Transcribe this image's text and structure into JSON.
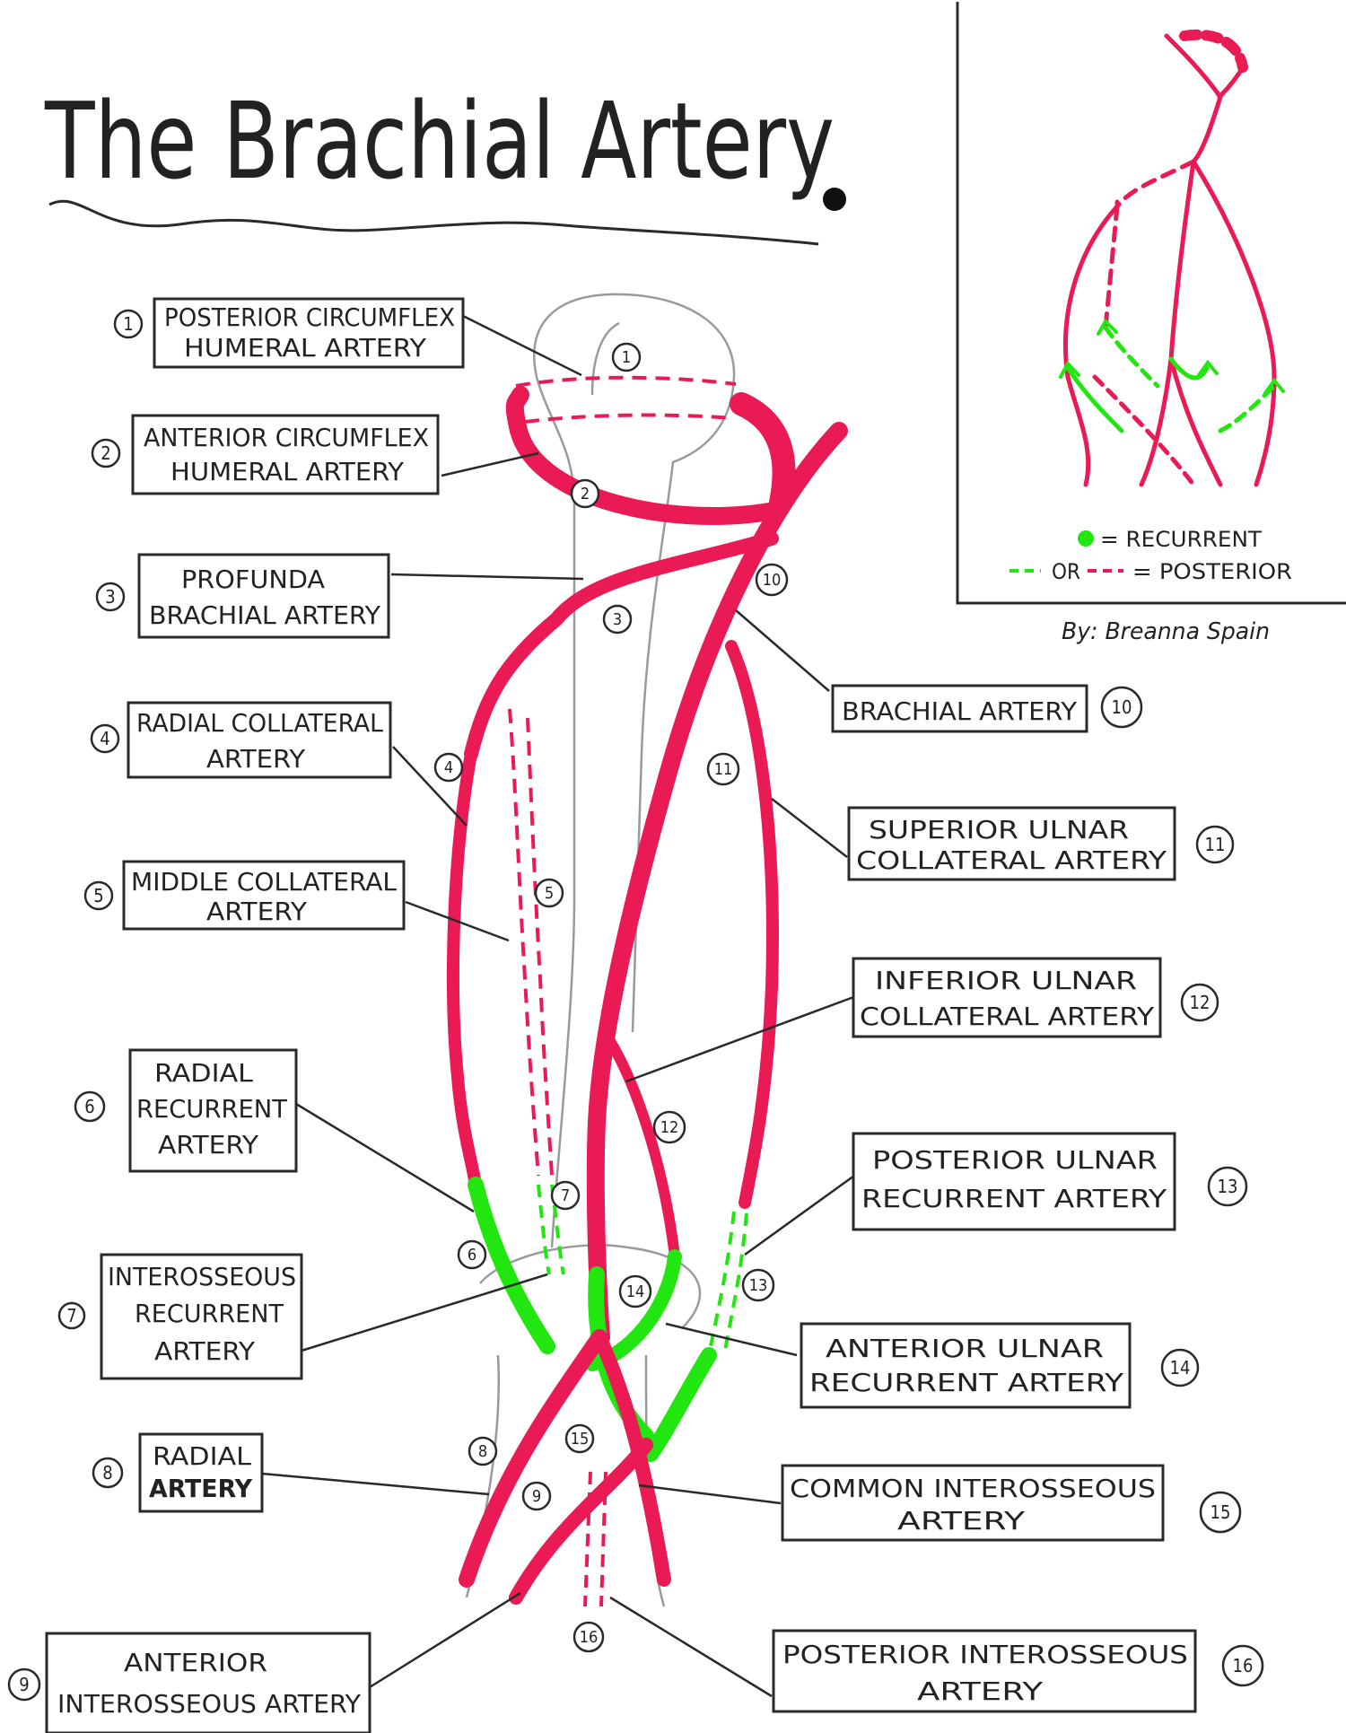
{
  "title": "The Brachial Artery",
  "credit": "By: Breanna Spain",
  "colors": {
    "artery": "#ea1a55",
    "recurrent": "#22e60f",
    "posterior": "#ea1a55",
    "ink": "#2a2a2a",
    "bone": "#9a9a9a"
  },
  "labels": [
    {
      "num": "1",
      "lines": [
        "POSTERIOR CIRCUMFLEX",
        "HUMERAL ARTERY"
      ]
    },
    {
      "num": "2",
      "lines": [
        "ANTERIOR CIRCUMFLEX",
        "HUMERAL ARTERY"
      ]
    },
    {
      "num": "3",
      "lines": [
        "PROFUNDA",
        "BRACHIAL ARTERY"
      ]
    },
    {
      "num": "4",
      "lines": [
        "RADIAL COLLATERAL",
        "ARTERY"
      ]
    },
    {
      "num": "5",
      "lines": [
        "MIDDLE COLLATERAL",
        "ARTERY"
      ]
    },
    {
      "num": "6",
      "lines": [
        "RADIAL",
        "RECURRENT",
        "ARTERY"
      ]
    },
    {
      "num": "7",
      "lines": [
        "INTEROSSEOUS",
        "RECURRENT",
        "ARTERY"
      ]
    },
    {
      "num": "8",
      "lines": [
        "RADIAL",
        "ARTERY"
      ]
    },
    {
      "num": "9",
      "lines": [
        "ANTERIOR",
        "INTEROSSEOUS ARTERY"
      ]
    },
    {
      "num": "10",
      "lines": [
        "BRACHIAL ARTERY"
      ]
    },
    {
      "num": "11",
      "lines": [
        "SUPERIOR ULNAR",
        "COLLATERAL ARTERY"
      ]
    },
    {
      "num": "12",
      "lines": [
        "INFERIOR ULNAR",
        "COLLATERAL ARTERY"
      ]
    },
    {
      "num": "13",
      "lines": [
        "POSTERIOR ULNAR",
        "RECURRENT ARTERY"
      ]
    },
    {
      "num": "14",
      "lines": [
        "ANTERIOR ULNAR",
        "RECURRENT ARTERY"
      ]
    },
    {
      "num": "15",
      "lines": [
        "COMMON INTEROSSEOUS",
        "ARTERY"
      ]
    },
    {
      "num": "16",
      "lines": [
        "POSTERIOR INTEROSSEOUS",
        "ARTERY"
      ]
    }
  ],
  "legend": {
    "recurrent": "= RECURRENT",
    "or": "OR",
    "posterior": "= POSTERIOR"
  }
}
